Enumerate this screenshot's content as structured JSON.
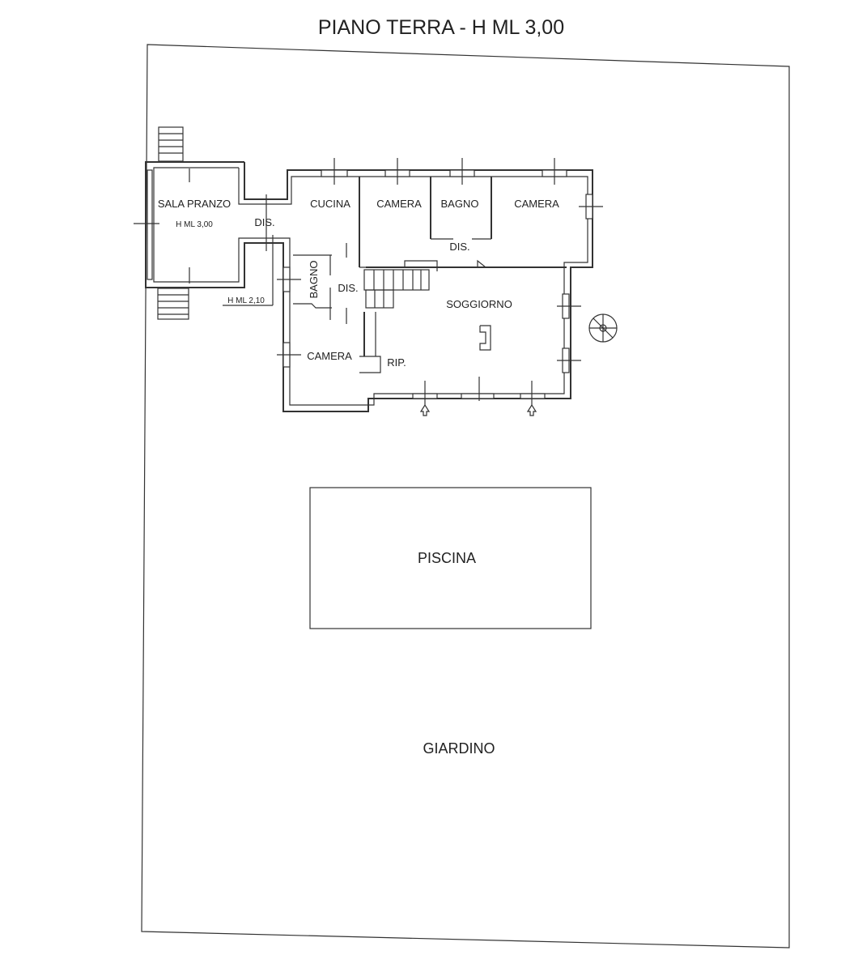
{
  "title": "PIANO TERRA - H ML 3,00",
  "rooms": {
    "sala_pranzo": "SALA PRANZO",
    "sala_pranzo_height": "H ML 3,00",
    "dis_corridor": "DIS.",
    "passage_height": "H ML 2,10",
    "cucina": "CUCINA",
    "camera_1": "CAMERA",
    "bagno_1": "BAGNO",
    "camera_2": "CAMERA",
    "dis_2": "DIS.",
    "bagno_2": "BAGNO",
    "dis_3": "DIS.",
    "soggiorno": "SOGGIORNO",
    "camera_3": "CAMERA",
    "rip": "RIP."
  },
  "outdoor": {
    "piscina": "PISCINA",
    "giardino": "GIARDINO"
  }
}
